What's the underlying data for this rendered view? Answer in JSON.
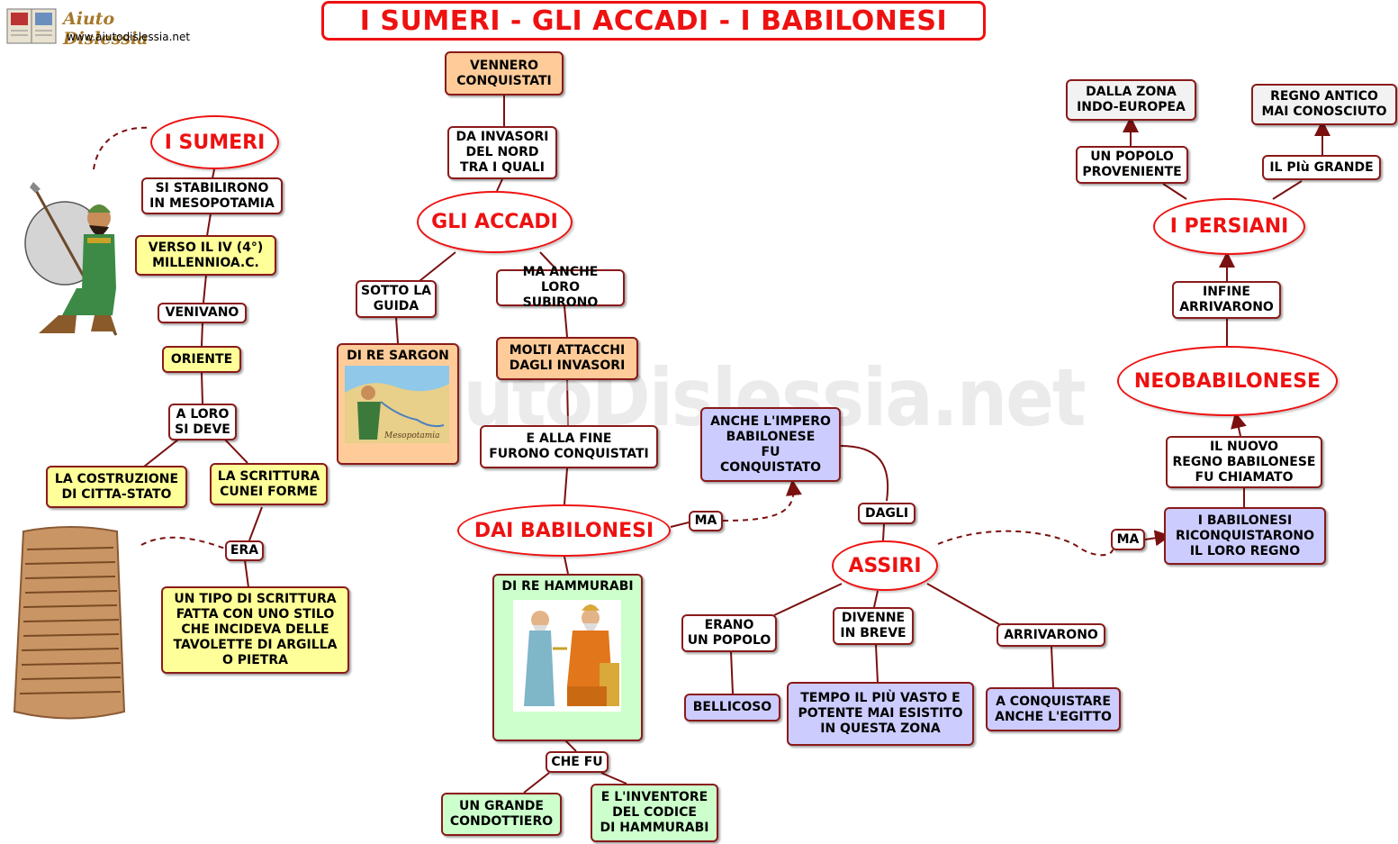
{
  "logo": {
    "name": "Aiuto Dislessia",
    "url": "www.aiutodislessia.net"
  },
  "title": "I SUMERI - GLI ACCADI - I BABILONESI",
  "watermark": "AiutoDislessia.net",
  "sumeri": {
    "heading": "I SUMERI",
    "stabilirono": "SI STABILIRONO\nIN MESOPOTAMIA",
    "verso": "VERSO IL IV (4°)\nMILLENNIOA.C.",
    "venivano": "VENIVANO",
    "oriente": "ORIENTE",
    "a_loro": "A LORO\nSI DEVE",
    "costruzione": "LA COSTRUZIONE\nDI CITTA-STATO",
    "scrittura": "LA SCRITTURA\nCUNEI FORME",
    "era": "ERA",
    "tipo": "UN TIPO DI SCRITTURA\nFATTA CON UNO STILO\nCHE INCIDEVA DELLE\nTAVOLETTE DI ARGILLA\nO PIETRA"
  },
  "accadi": {
    "vennero": "VENNERO\nCONQUISTATI",
    "invasori": "DA INVASORI\nDEL NORD\nTRA I QUALI",
    "heading": "GLI ACCADI",
    "sotto": "SOTTO LA\nGUIDA",
    "sargon": "DI RE SARGON",
    "map_label": "Mesopotamia",
    "ma_anche": "MA ANCHE LORO\nSUBIRONO",
    "attacchi": "MOLTI ATTACCHI\nDAGLI INVASORI",
    "fine": "E ALLA FINE\nFURONO CONQUISTATI"
  },
  "babilonesi": {
    "heading": "DAI BABILONESI",
    "hammurabi": "DI RE HAMMURABI",
    "che_fu": "CHE FU",
    "condottiero": "UN GRANDE\nCONDOTTIERO",
    "inventore": "E L'INVENTORE\nDEL CODICE\nDI HAMMURABI",
    "ma": "MA",
    "impero": "ANCHE L'IMPERO\nBABILONESE\nFU\nCONQUISTATO"
  },
  "assiri": {
    "dagli": "DAGLI",
    "heading": "ASSIRI",
    "erano": "ERANO\nUN POPOLO",
    "bellicoso": "BELLICOSO",
    "divenne": "DIVENNE\nIN BREVE",
    "tempo": "TEMPO IL PIÙ VASTO E\nPOTENTE MAI ESISTITO\nIN QUESTA ZONA",
    "arrivarono": "ARRIVARONO",
    "egitto": "A CONQUISTARE\nANCHE L'EGITTO",
    "ma": "MA"
  },
  "neobabilonese": {
    "riconquistarono": "I BABILONESI\nRICONQUISTARONO\nIL LORO REGNO",
    "nuovo": "IL NUOVO\nREGNO BABILONESE\nFU CHIAMATO",
    "heading": "NEOBABILONESE",
    "infine": "INFINE\nARRIVARONO"
  },
  "persiani": {
    "heading": "I PERSIANI",
    "popolo": "UN POPOLO\nPROVENIENTE",
    "zona": "DALLA ZONA\nINDO-EUROPEA",
    "grande": "IL PIù GRANDE",
    "regno": "REGNO ANTICO\nMAI CONOSCIUTO"
  },
  "colors": {
    "accent": "#ee1111",
    "link": "#7a1010",
    "yellow": "#ffff99",
    "orange": "#ffcc99",
    "green": "#ccffcc",
    "violet": "#ccccff"
  }
}
